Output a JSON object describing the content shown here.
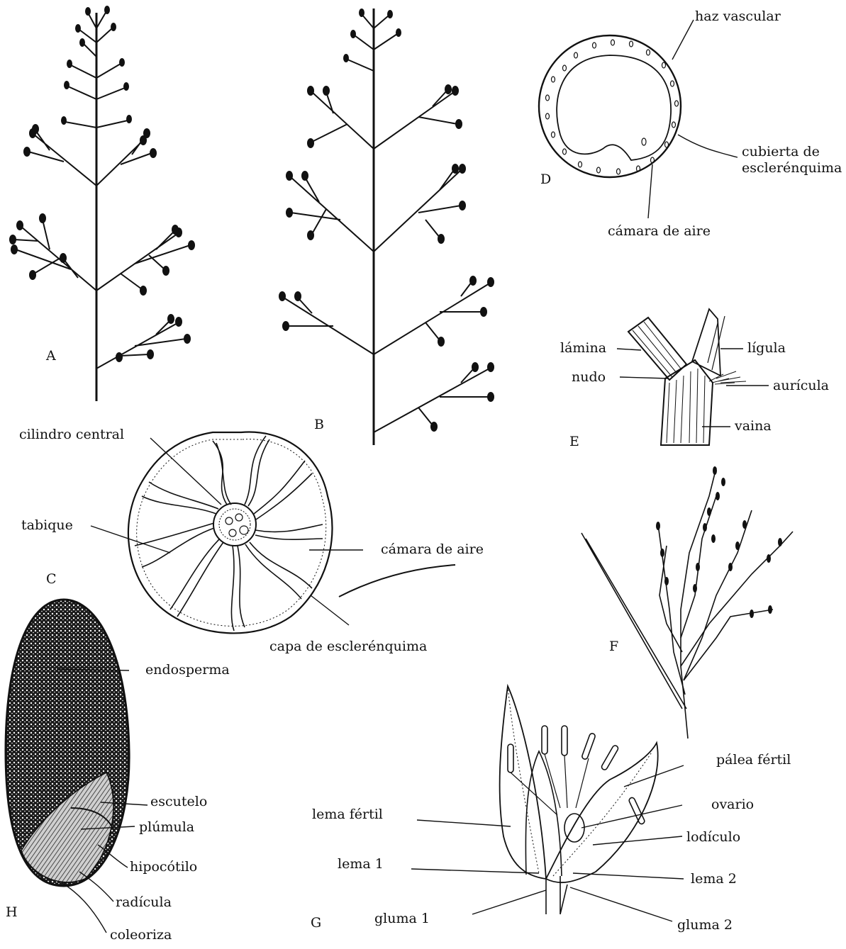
{
  "figure": {
    "panels": [
      {
        "id": "A",
        "letter": "A",
        "labels": []
      },
      {
        "id": "B",
        "letter": "B",
        "labels": []
      },
      {
        "id": "C",
        "letter": "C",
        "labels": [
          "cilindro central",
          "tabique",
          "cámara de aire",
          "capa de esclerénquima"
        ]
      },
      {
        "id": "D",
        "letter": "D",
        "labels": [
          "haz vascular",
          "cubierta de",
          "esclerénquima",
          "cámara de aire"
        ]
      },
      {
        "id": "E",
        "letter": "E",
        "labels": [
          "lámina",
          "lígula",
          "nudo",
          "aurícula",
          "vaina"
        ]
      },
      {
        "id": "F",
        "letter": "F",
        "labels": []
      },
      {
        "id": "G",
        "letter": "G",
        "labels": [
          "pálea fértil",
          "ovario",
          "lema fértil",
          "lodículo",
          "lema 1",
          "lema 2",
          "gluma 1",
          "gluma 2"
        ]
      },
      {
        "id": "H",
        "letter": "H",
        "labels": [
          "endosperma",
          "escutelo",
          "plúmula",
          "hipocótilo",
          "radícula",
          "coleoriza"
        ]
      }
    ]
  },
  "colors": {
    "ink": "#111111",
    "paper": "#ffffff",
    "stipple": "#2b2b2b"
  }
}
